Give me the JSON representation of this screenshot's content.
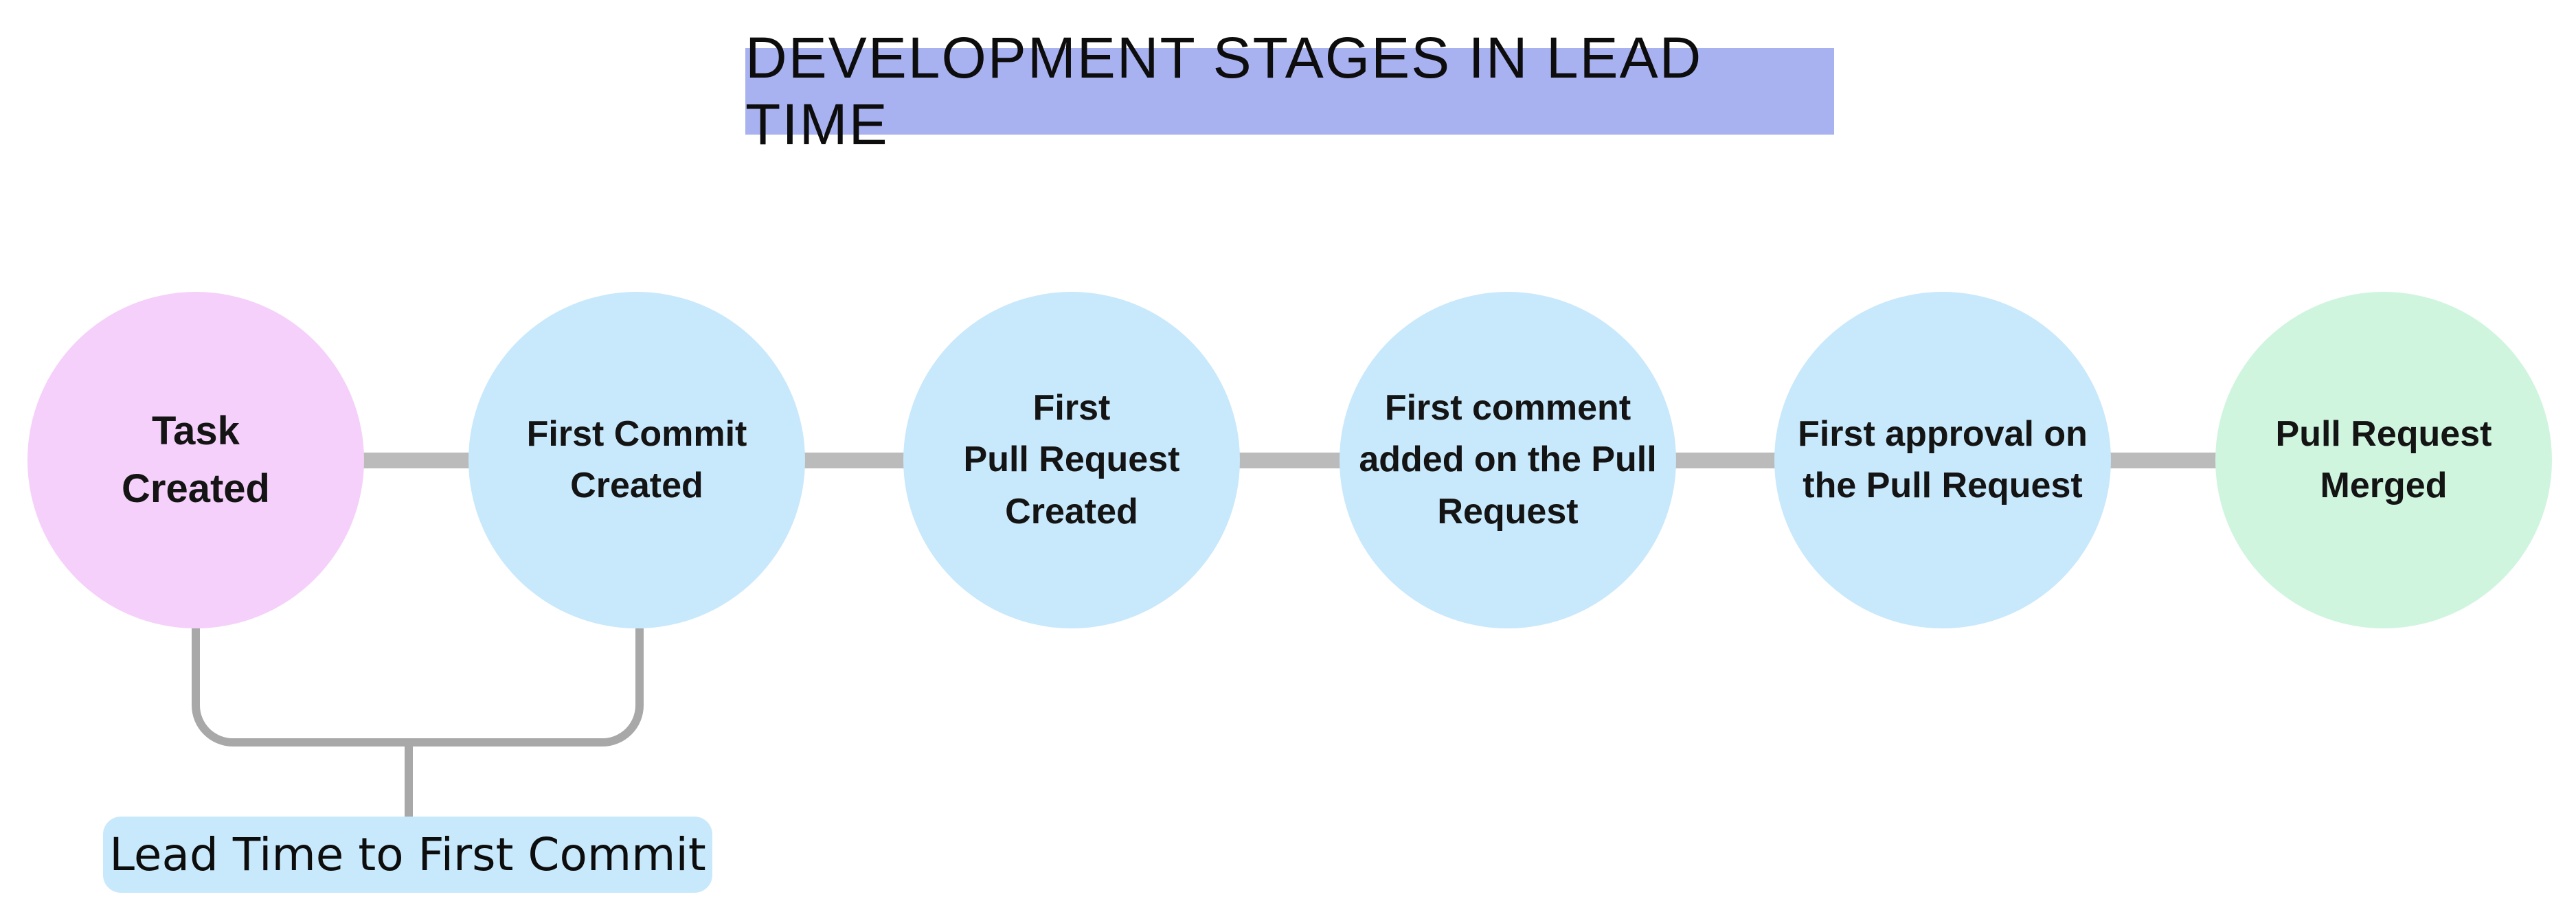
{
  "title": {
    "text": "DEVELOPMENT STAGES IN LEAD TIME",
    "bg_color": "#a9b2f0"
  },
  "stages": [
    {
      "label": "Task\nCreated",
      "color": "#f5d0fa",
      "role": "start"
    },
    {
      "label": "First Commit\nCreated",
      "color": "#c8e8fc",
      "role": "middle"
    },
    {
      "label": "First\nPull Request\nCreated",
      "color": "#c8e8fc",
      "role": "middle"
    },
    {
      "label": "First comment\nadded on the Pull\nRequest",
      "color": "#c8e8fc",
      "role": "middle"
    },
    {
      "label": "First approval on\nthe Pull Request",
      "color": "#c8e8fc",
      "role": "middle"
    },
    {
      "label": "Pull Request\nMerged",
      "color": "#cff5de",
      "role": "end"
    }
  ],
  "annotation": {
    "label": "Lead Time to First Commit",
    "bg_color": "#c8e9fb",
    "spans_from": "Task Created",
    "spans_to": "First Commit Created"
  },
  "colors": {
    "connector": "#bbbbbb",
    "bracket": "#a8a8a8",
    "background": "#ffffff",
    "text": "#141414"
  }
}
